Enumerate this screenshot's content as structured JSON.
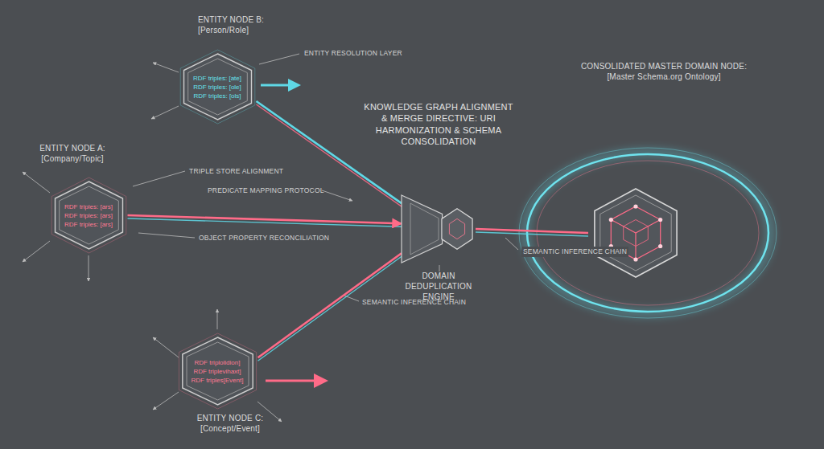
{
  "diagram": {
    "nodes": [
      {
        "text": [
          "ENTITY NODE A: [Company/Topic]",
          "RDF triples: [ars]",
          "RDF triples: [ars]",
          "RDF triples: [ars]"
        ]
      },
      {
        "text": [
          "ENTITY NODE B: [Person/Role]",
          "RDF triples: [ate]",
          "RDF triples: [ole]",
          "RDF triples: [ols]"
        ]
      },
      {
        "text": [
          "ENTITY NODE C: [Concept/Event]",
          "RDF triplolidion]",
          "RDF triplevihaxt]",
          "RDF triples[Event]"
        ]
      },
      {
        "text": [
          "DOMAIN DEDUPLICATION ENGINE"
        ]
      },
      {
        "text": [
          "CONSOLIDATED MASTER DOMAIN NODE: [Master Schema.org Ontology]"
        ]
      }
    ],
    "edges": [
      {
        "from": 0,
        "to": 3,
        "arrow": "to"
      },
      {
        "from": 1,
        "to": 3,
        "arrow": "none"
      },
      {
        "from": 2,
        "to": 3,
        "arrow": "none"
      },
      {
        "from": 3,
        "to": 4,
        "arrow": "none"
      }
    ],
    "labels": [
      "ENTITY RESOLUTION LAYER",
      "KNOWLEDGE GRAPH ALIGNMENT & MERGE DIRECTIVE: URI HARMONIZATION & SCHEMA CONSOLIDATION",
      "TRIPLE STORE ALIGNMENT",
      "PREDICATE MAPPING PROTOCOL",
      "OBJECT PROPERTY RECONCILIATION",
      "SEMANTIC INFERENCE CHAIN",
      "SEMANTIC INFERENCE CHAIN"
    ]
  }
}
